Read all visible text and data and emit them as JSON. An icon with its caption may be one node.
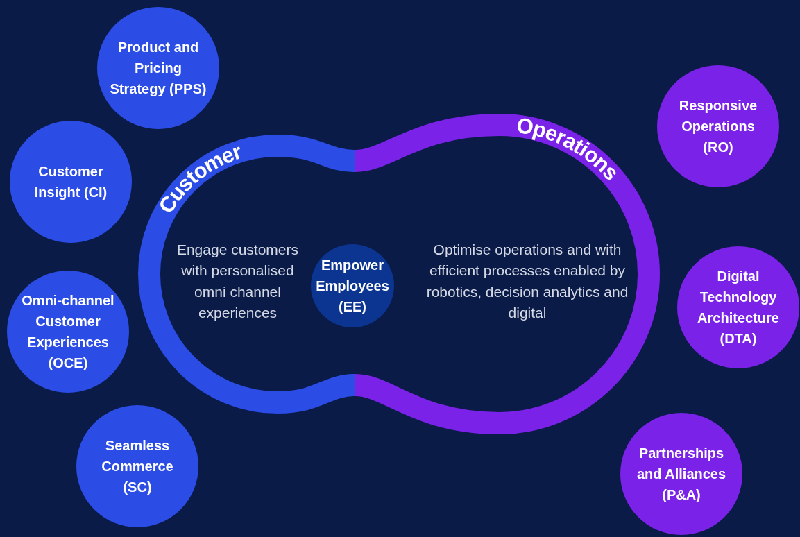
{
  "diagram": {
    "nodes": [
      {
        "text": [
          "Product and Pricing Strategy (PPS)"
        ]
      },
      {
        "text": [
          "Customer Insight (CI)"
        ]
      },
      {
        "text": [
          "Customer",
          "Engage customers with personalised omni channel experiences"
        ]
      },
      {
        "text": [
          "Empower Employees (EE)"
        ]
      },
      {
        "text": [
          "Operations",
          "Optimise operations and with efficient processes enabled by robotics, decision analytics and digital"
        ]
      },
      {
        "text": [
          "Responsive Operations (RO)"
        ]
      },
      {
        "text": [
          "Omni-channel Customer Experiences (OCE)"
        ]
      },
      {
        "text": [
          "Digital Technology Architecture (DTA)"
        ]
      },
      {
        "text": [
          "Seamless Commerce (SC)"
        ]
      },
      {
        "text": [
          "Partnerships and Alliances (P&A)"
        ]
      }
    ],
    "edges": []
  }
}
